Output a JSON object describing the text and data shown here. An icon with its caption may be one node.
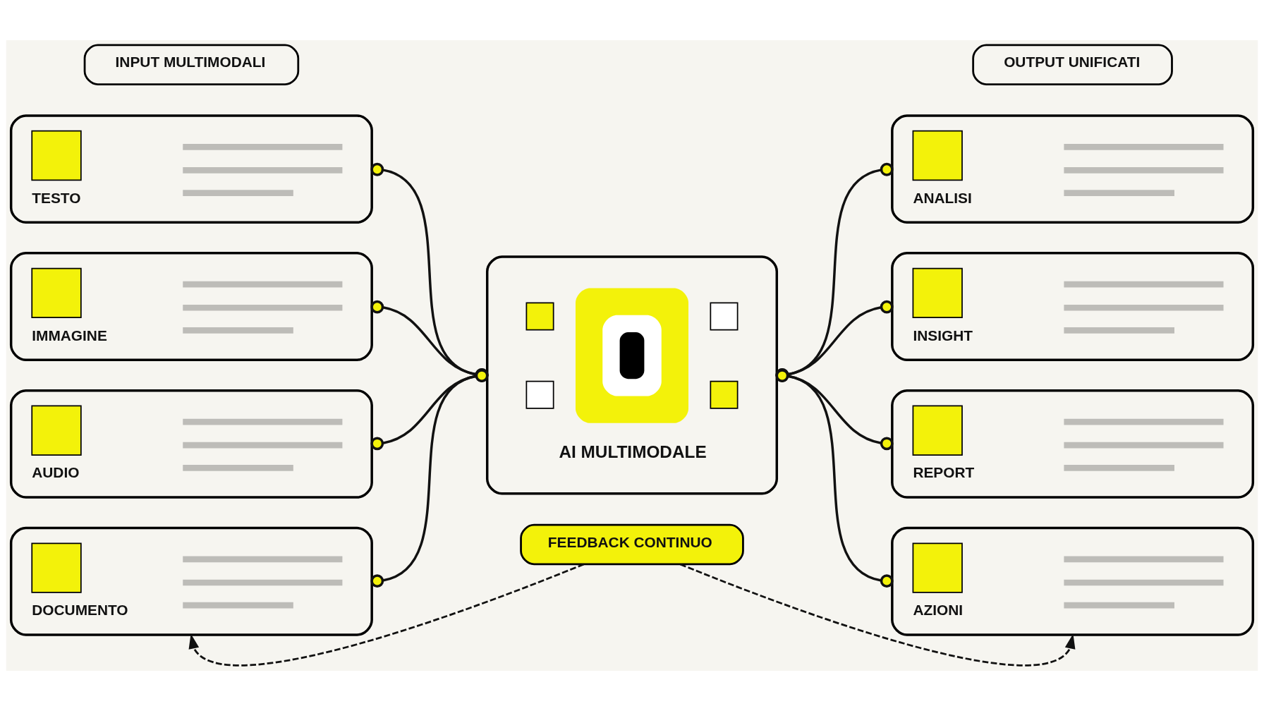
{
  "diagram": {
    "nodes": [
      {
        "text": [
          "INPUT MULTIMODALI"
        ]
      },
      {
        "text": [
          "TESTO"
        ]
      },
      {
        "text": [
          "IMMAGINE"
        ]
      },
      {
        "text": [
          "AUDIO"
        ]
      },
      {
        "text": [
          "DOCUMENTO"
        ]
      },
      {
        "text": [
          "AI MULTIMODALE"
        ]
      },
      {
        "text": [
          "OUTPUT UNIFICATI"
        ]
      },
      {
        "text": [
          "ANALISI"
        ]
      },
      {
        "text": [
          "INSIGHT"
        ]
      },
      {
        "text": [
          "REPORT"
        ]
      },
      {
        "text": [
          "AZIONI"
        ]
      },
      {
        "text": [
          "FEEDBACK CONTINUO"
        ]
      }
    ],
    "edges": [
      {
        "from": 1,
        "to": 5,
        "arrow": "other"
      },
      {
        "from": 2,
        "to": 5,
        "arrow": "other"
      },
      {
        "from": 3,
        "to": 5,
        "arrow": "other"
      },
      {
        "from": 4,
        "to": 5,
        "arrow": "other"
      },
      {
        "from": 5,
        "to": 7,
        "arrow": "other"
      },
      {
        "from": 5,
        "to": 8,
        "arrow": "other"
      },
      {
        "from": 5,
        "to": 9,
        "arrow": "other"
      },
      {
        "from": 5,
        "to": 10,
        "arrow": "other"
      },
      {
        "from": 11,
        "to": 4,
        "arrow": "to",
        "style": "dashed"
      },
      {
        "from": 11,
        "to": 10,
        "arrow": "to",
        "style": "dashed"
      }
    ]
  }
}
